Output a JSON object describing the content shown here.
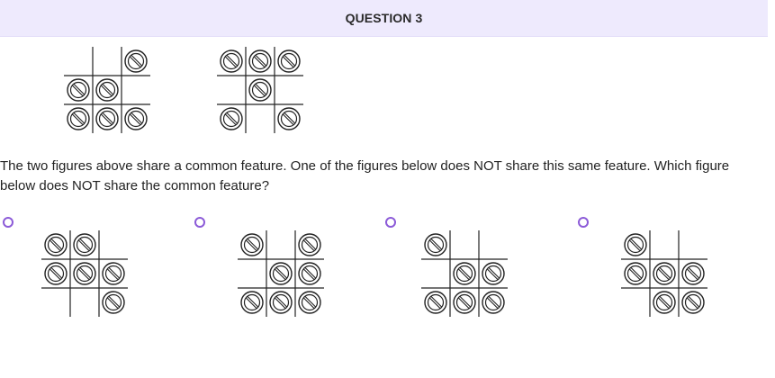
{
  "header": {
    "title": "QUESTION 3"
  },
  "question": {
    "text": "The two figures above share a common feature. One of the figures below does NOT share this same feature. Which figure below does NOT share the common feature?"
  },
  "accent_color": "#8c5bd8",
  "symbol": {
    "icon": "circle-slash-icon",
    "color": "#222222"
  },
  "example_figures": [
    {
      "occupied": [
        [
          0,
          2
        ],
        [
          1,
          0
        ],
        [
          1,
          1
        ],
        [
          2,
          0
        ],
        [
          2,
          1
        ],
        [
          2,
          2
        ]
      ]
    },
    {
      "occupied": [
        [
          0,
          0
        ],
        [
          0,
          1
        ],
        [
          0,
          2
        ],
        [
          1,
          1
        ],
        [
          2,
          0
        ],
        [
          2,
          2
        ]
      ]
    }
  ],
  "answer_options": [
    {
      "occupied": [
        [
          0,
          0
        ],
        [
          0,
          1
        ],
        [
          1,
          0
        ],
        [
          1,
          1
        ],
        [
          1,
          2
        ],
        [
          2,
          2
        ]
      ]
    },
    {
      "occupied": [
        [
          0,
          0
        ],
        [
          0,
          2
        ],
        [
          1,
          1
        ],
        [
          1,
          2
        ],
        [
          2,
          0
        ],
        [
          2,
          1
        ],
        [
          2,
          2
        ]
      ]
    },
    {
      "occupied": [
        [
          0,
          0
        ],
        [
          1,
          1
        ],
        [
          1,
          2
        ],
        [
          2,
          0
        ],
        [
          2,
          1
        ],
        [
          2,
          2
        ]
      ]
    },
    {
      "occupied": [
        [
          0,
          0
        ],
        [
          1,
          0
        ],
        [
          1,
          1
        ],
        [
          1,
          2
        ],
        [
          2,
          1
        ],
        [
          2,
          2
        ]
      ]
    }
  ]
}
